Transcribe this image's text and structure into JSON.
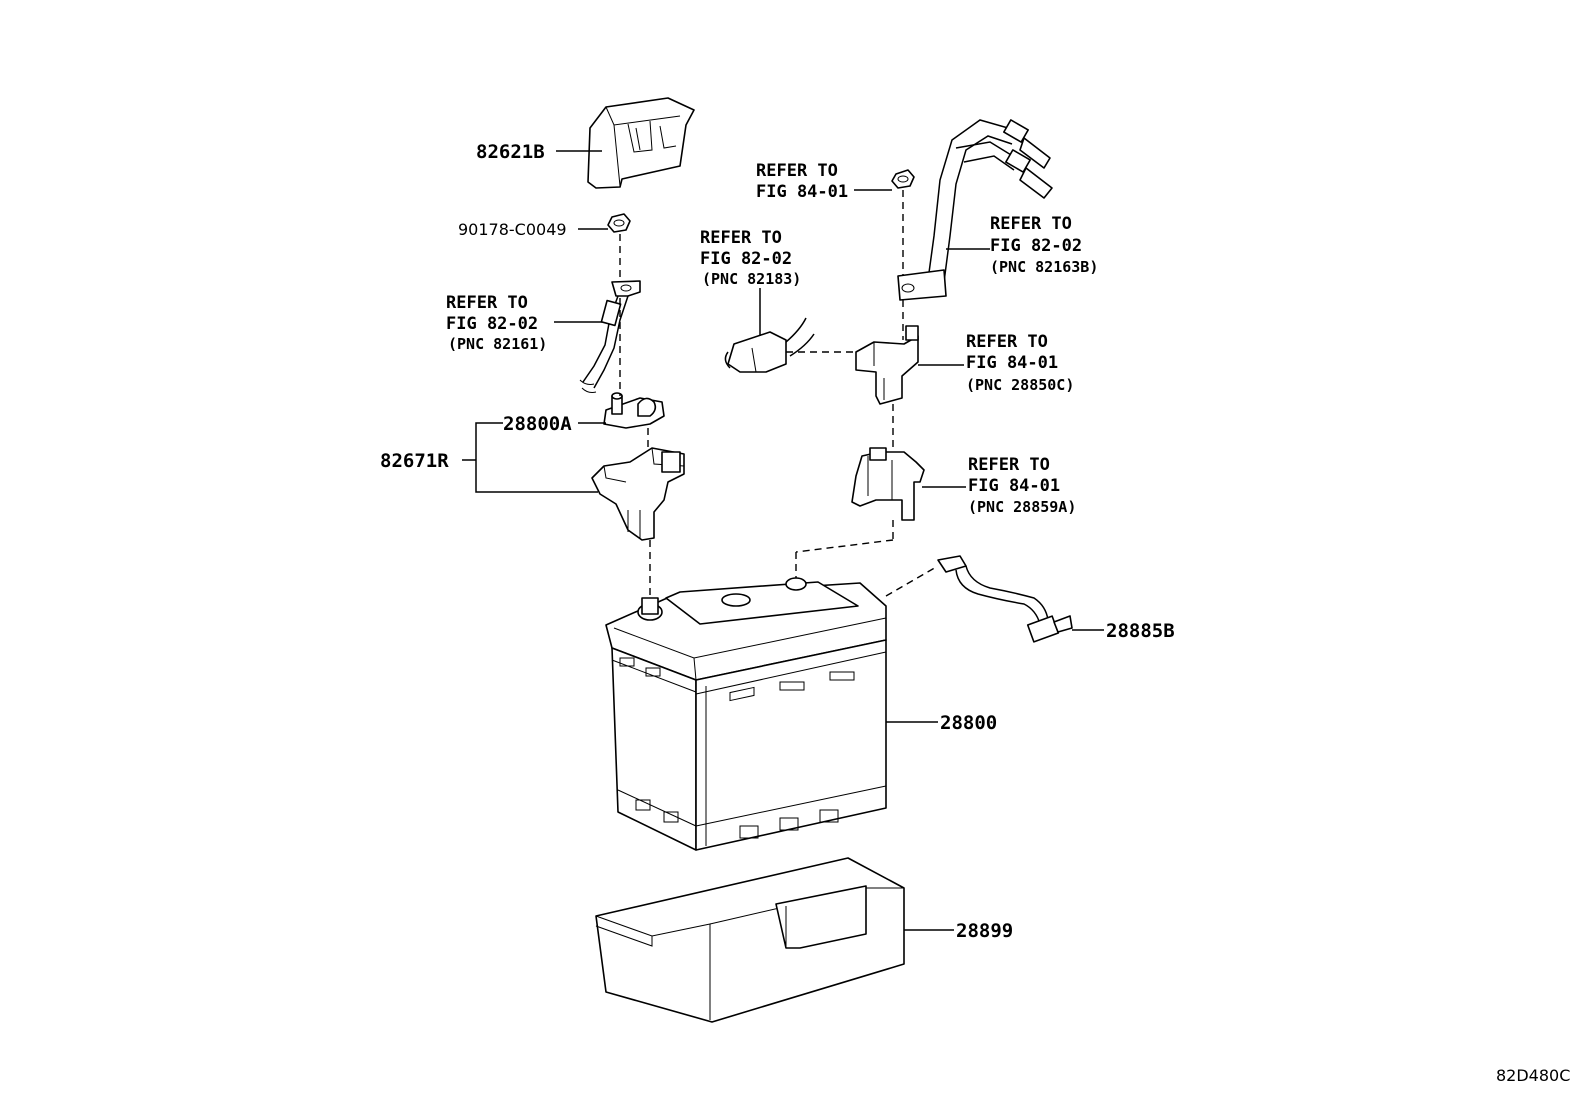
{
  "labels": {
    "cover_82621B": "82621B",
    "nut_90178": "90178-C0049",
    "refer_82161": [
      "REFER TO",
      "FIG 82-02",
      "(PNC 82161)"
    ],
    "clamp_28800A": "28800A",
    "bracket_82671R": "82671R",
    "refer_nut_84_01": [
      "REFER TO",
      "FIG 84-01"
    ],
    "refer_82183": [
      "REFER TO",
      "FIG 82-02",
      "(PNC 82183)"
    ],
    "refer_82163B": [
      "REFER TO",
      "FIG 82-02",
      "(PNC 82163B)"
    ],
    "refer_28850C": [
      "REFER TO",
      "FIG 84-01",
      "(PNC 28850C)"
    ],
    "refer_28859A": [
      "REFER TO",
      "FIG 84-01",
      "(PNC 28859A)"
    ],
    "sensor_28885B": "28885B",
    "battery_28800": "28800",
    "tray_28899": "28899",
    "diagram_code": "82D480C"
  }
}
